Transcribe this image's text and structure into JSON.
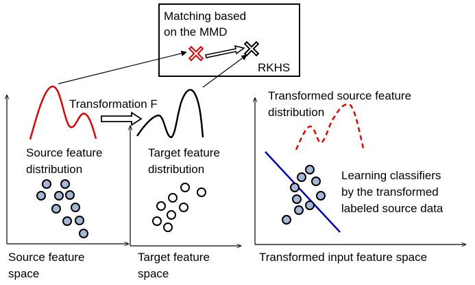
{
  "mmd_box": {
    "line1": "Matching based",
    "line2": "on the MMD",
    "rkhs_label": "RKHS"
  },
  "transformation_label": "Transformation F",
  "source_panel": {
    "dist_line1": "Source feature",
    "dist_line2": "distribution",
    "axis_line1": "Source feature",
    "axis_line2": "space"
  },
  "target_panel": {
    "dist_line1": "Target feature",
    "dist_line2": "distribution",
    "axis_line1": "Target feature",
    "axis_line2": "space"
  },
  "transformed_panel": {
    "dist_line1": "Transformed source feature",
    "dist_line2": "distribution",
    "classifier_line1": "Learning classifiers",
    "classifier_line2": "by the transformed",
    "classifier_line3": "labeled source data",
    "axis_label": "Transformed input feature space"
  },
  "colors": {
    "source_curve": "#e60000",
    "target_curve": "#000000",
    "classifier_line": "#0000cc",
    "filled_dot": "#a8c0e0",
    "mmd_source_mark": "#e60000",
    "mmd_target_mark": "#000000"
  }
}
